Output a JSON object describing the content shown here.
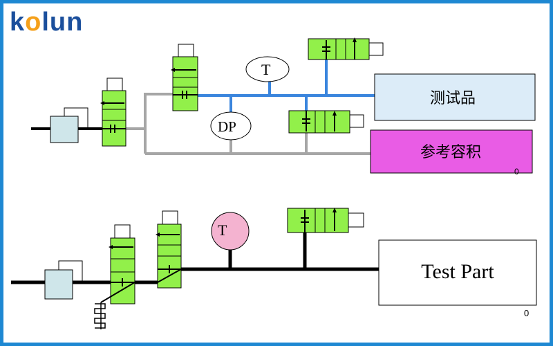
{
  "brand": {
    "logo_text": "kolun",
    "logo_parts": [
      "k",
      "o",
      "lun"
    ],
    "colors": {
      "primary": "#1b4f9c",
      "accent": "#f5a01a"
    }
  },
  "upper": {
    "gauge_t": "T",
    "gauge_dp": "DP",
    "test_part": "测试品",
    "reference_volume": "参考容积",
    "corner_label": "0",
    "colors": {
      "pipe_blue": "#3a85dd",
      "pipe_gray": "#a6a6a6",
      "test_box": "#dcecf8",
      "reference_box": "#e95ce5",
      "valve": "#92f04a"
    }
  },
  "lower": {
    "gauge_t": "T",
    "test_part": "Test Part",
    "corner_label": "0",
    "colors": {
      "gauge_fill": "#f4b3d0",
      "pipe": "#000000"
    }
  },
  "frame": {
    "border_color": "#1e88d2"
  }
}
